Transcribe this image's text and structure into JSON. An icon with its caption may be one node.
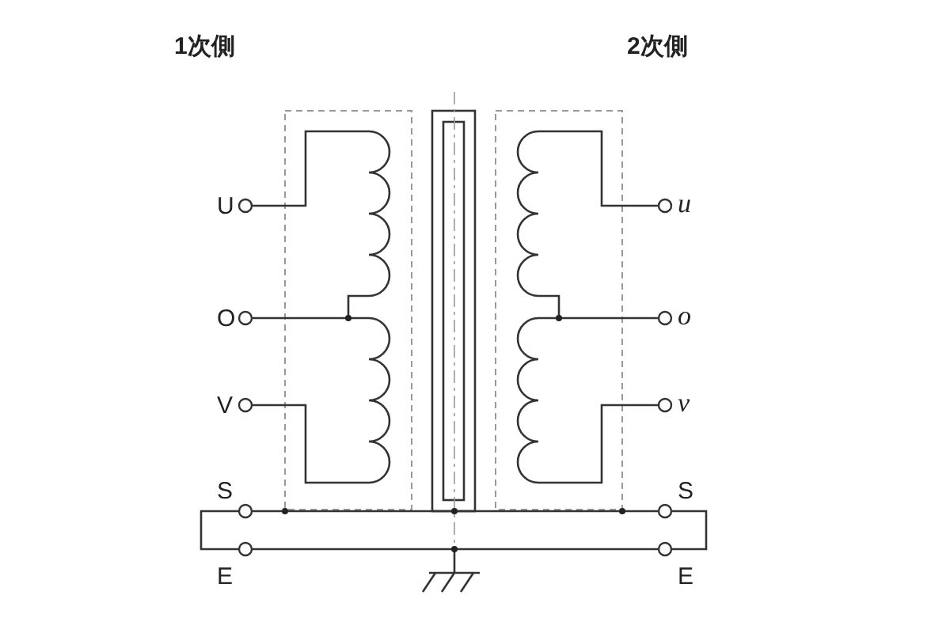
{
  "diagram": {
    "labels": [
      "1次側",
      "2次側",
      "U",
      "O",
      "V",
      "S",
      "E",
      "u",
      "o",
      "v",
      "S",
      "E"
    ]
  }
}
